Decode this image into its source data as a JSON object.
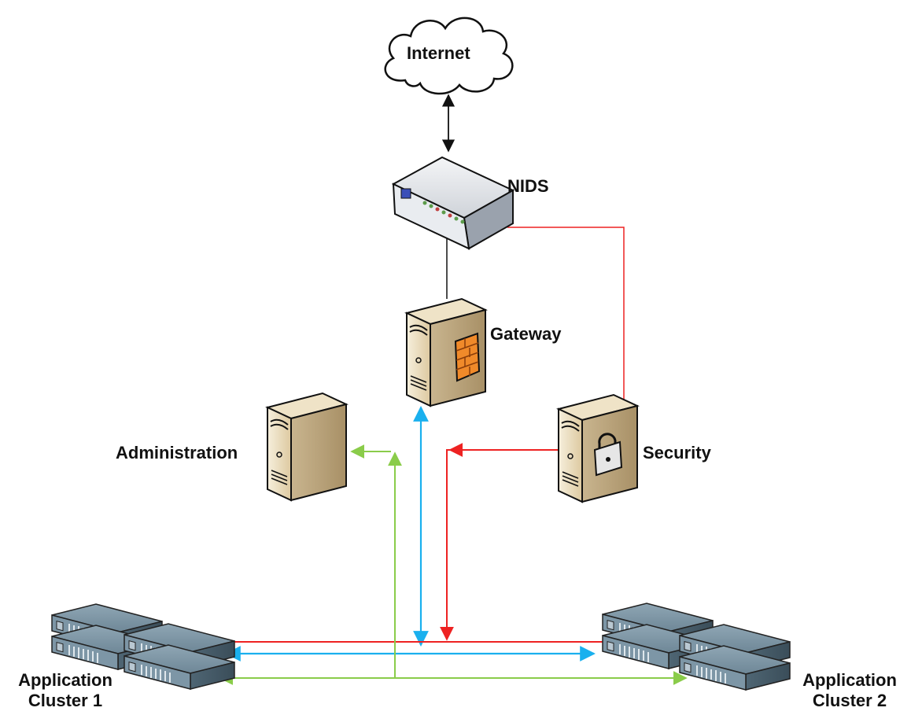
{
  "nodes": {
    "internet": {
      "label": "Internet"
    },
    "nids": {
      "label": "NIDS"
    },
    "gateway": {
      "label": "Gateway"
    },
    "administration": {
      "label": "Administration"
    },
    "security": {
      "label": "Security"
    },
    "cluster1": {
      "label_line1": "Application",
      "label_line2": "Cluster 1"
    },
    "cluster2": {
      "label_line1": "Application",
      "label_line2": "Cluster 2"
    }
  },
  "colors": {
    "red_link": "#ee2222",
    "blue_link": "#1ab0ee",
    "green_link": "#8acc4a",
    "black_link": "#111111",
    "server_body": "#e8dcc0",
    "server_shade": "#c9b58f",
    "rack_body": "#6e8797",
    "rack_dark": "#435866"
  }
}
